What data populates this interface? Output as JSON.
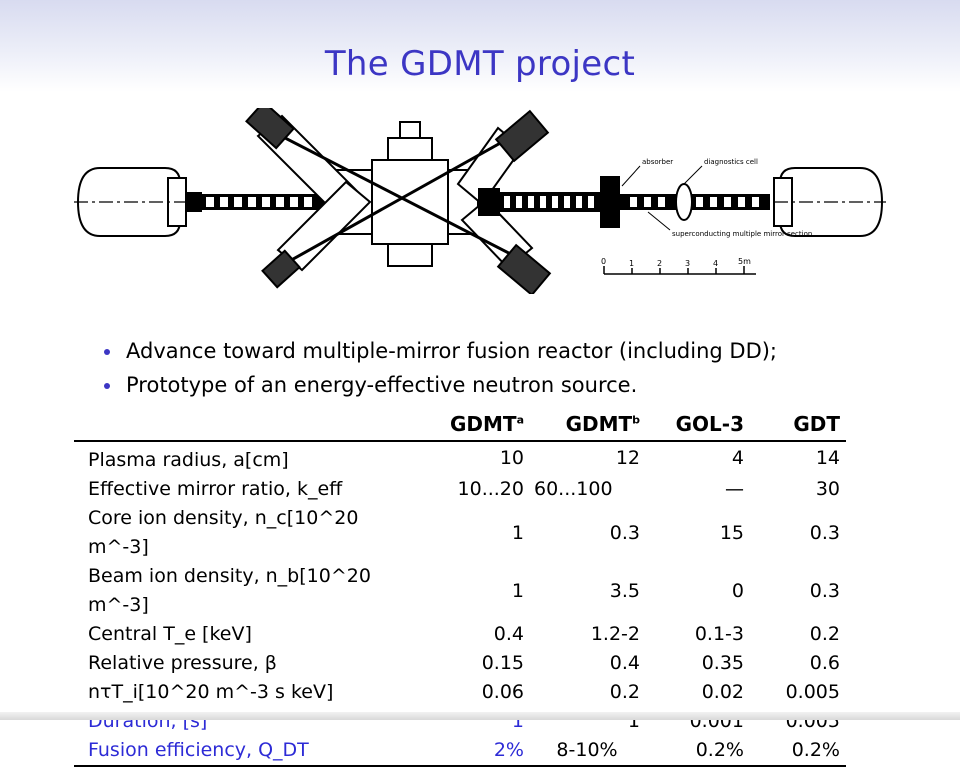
{
  "slide": {
    "title": "The GDMT project"
  },
  "diagram": {
    "labels": {
      "absorber": "absorber",
      "diagnostics_cell": "diagnostics cell",
      "multiple_mirror": "superconducting multiple mirror section"
    },
    "scale_marks": [
      "0",
      "1",
      "2",
      "3",
      "4",
      "5m"
    ]
  },
  "bullets": [
    "Advance toward multiple-mirror fusion reactor (including DD);",
    "Prototype of an energy-effective neutron source."
  ],
  "table": {
    "header": {
      "c1": "GDMT",
      "c1_sup": "a",
      "c2": "GDMT",
      "c2_sup": "b",
      "c3": "GOL-3",
      "c4": "GDT"
    },
    "rows": [
      {
        "label": "Plasma radius, a[cm]",
        "v": [
          "10",
          "12",
          "4",
          "14"
        ]
      },
      {
        "label": "Effective mirror ratio, k_eff",
        "v": [
          "10...20",
          "60...100",
          "—",
          "30"
        ]
      },
      {
        "label": "Core ion density, n_c[10^20 m^-3]",
        "v": [
          "1",
          "0.3",
          "15",
          "0.3"
        ]
      },
      {
        "label": "Beam ion density, n_b[10^20 m^-3]",
        "v": [
          "1",
          "3.5",
          "0",
          "0.3"
        ]
      },
      {
        "label": "Central T_e [keV]",
        "v": [
          "0.4",
          "1.2-2",
          "0.1-3",
          "0.2"
        ]
      },
      {
        "label": "Relative pressure, β",
        "v": [
          "0.15",
          "0.4",
          "0.35",
          "0.6"
        ]
      },
      {
        "label": "nτT_i[10^20 m^-3 s keV]",
        "v": [
          "0.06",
          "0.2",
          "0.02",
          "0.005"
        ]
      },
      {
        "label": "Duration, [s]",
        "v": [
          "1",
          "1",
          "0.001",
          "0.005"
        ]
      },
      {
        "label": "Fusion efficiency, Q_DT",
        "v": [
          "2%",
          "8-10%",
          "0.2%",
          "0.2%"
        ]
      }
    ]
  },
  "colors": {
    "title": "#3c36c4",
    "highlight": "#2d2bd6",
    "bullet": "#3c36c4"
  }
}
